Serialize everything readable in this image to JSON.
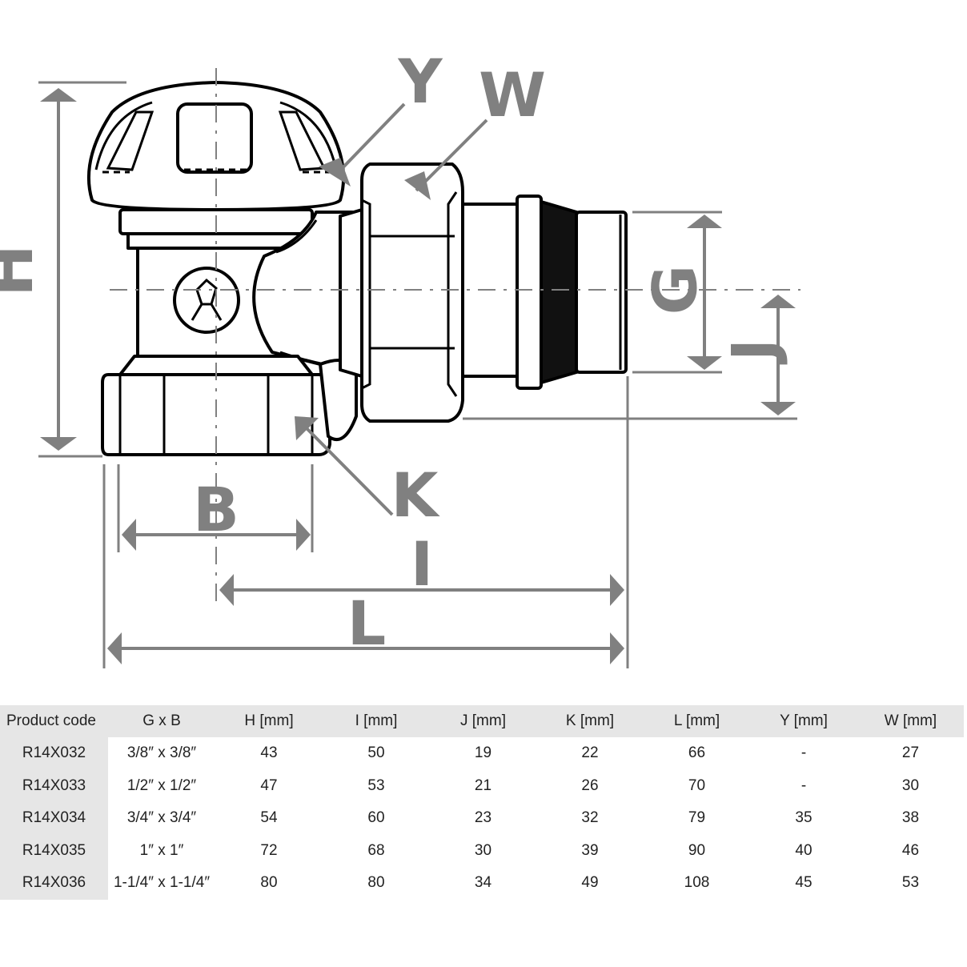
{
  "diagram": {
    "dimension_labels": {
      "H": "H",
      "Y": "Y",
      "W": "W",
      "G": "G",
      "J": "J",
      "B": "B",
      "K": "K",
      "I": "I",
      "L": "L"
    }
  },
  "table": {
    "headers": [
      "Product code",
      "G x B",
      "H [mm]",
      "I [mm]",
      "J [mm]",
      "K [mm]",
      "L [mm]",
      "Y [mm]",
      "W [mm]"
    ],
    "rows": [
      [
        "R14X032",
        "3/8″ x 3/8″",
        "43",
        "50",
        "19",
        "22",
        "66",
        "-",
        "27"
      ],
      [
        "R14X033",
        "1/2″ x 1/2″",
        "47",
        "53",
        "21",
        "26",
        "70",
        "-",
        "30"
      ],
      [
        "R14X034",
        "3/4″ x 3/4″",
        "54",
        "60",
        "23",
        "32",
        "79",
        "35",
        "38"
      ],
      [
        "R14X035",
        "1″ x 1″",
        "72",
        "68",
        "30",
        "39",
        "90",
        "40",
        "46"
      ],
      [
        "R14X036",
        "1-1/4″ x 1-1/4″",
        "80",
        "80",
        "34",
        "49",
        "108",
        "45",
        "53"
      ]
    ]
  }
}
